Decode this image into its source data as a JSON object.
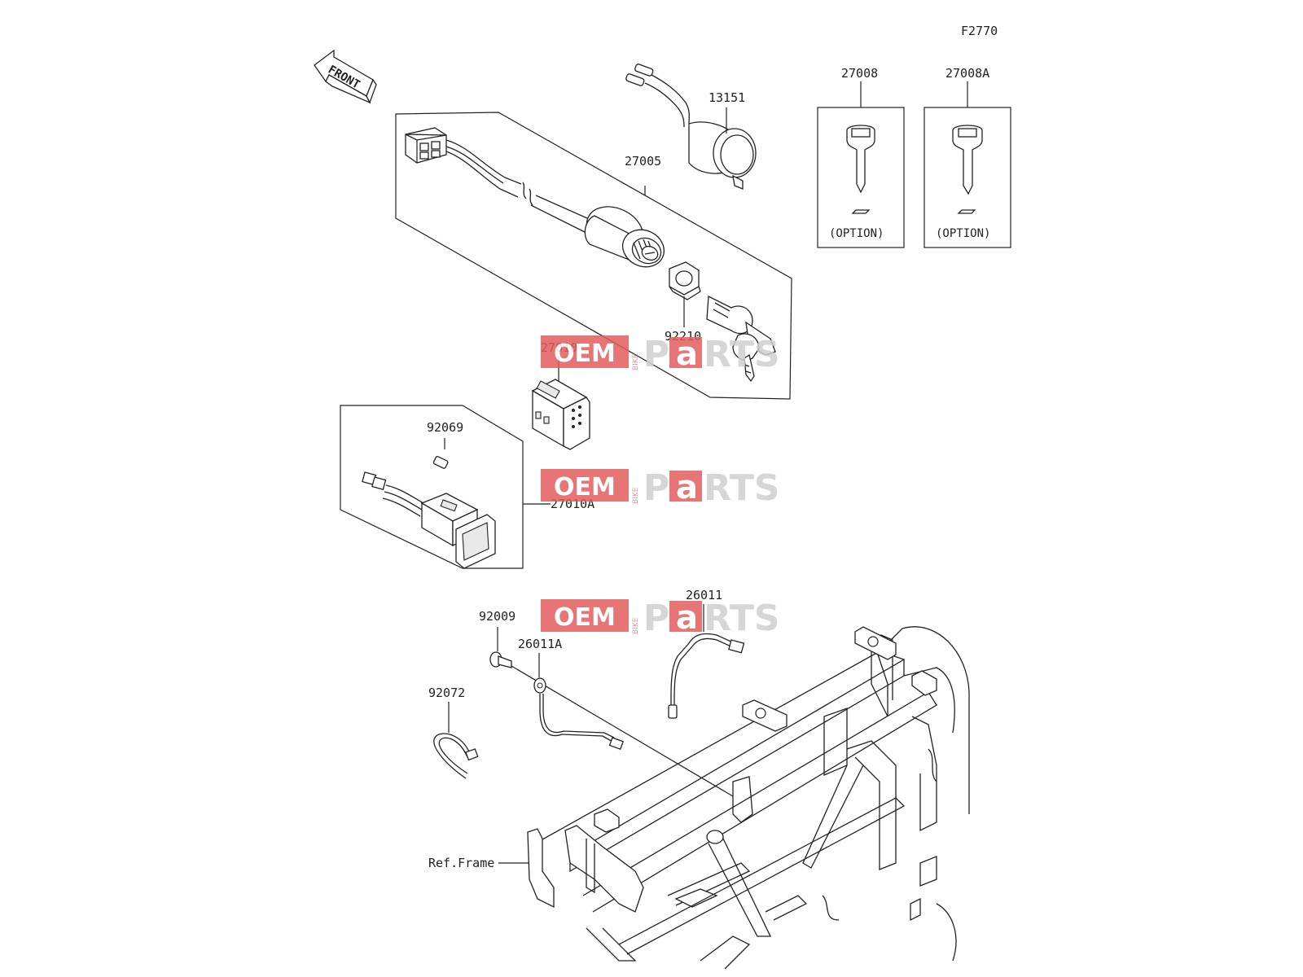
{
  "diagram": {
    "figure_code": "F2770",
    "front_label": "FRONT",
    "option_label": "(OPTION)",
    "ref_label": "Ref.Frame",
    "callouts": {
      "c13151": "13151",
      "c27005": "27005",
      "c92210": "92210",
      "c27010": "27010",
      "c27008": "27008",
      "c27008a": "27008A",
      "c92069": "92069",
      "c27010a": "27010A",
      "c92009": "92009",
      "c26011": "26011",
      "c26011a": "26011A",
      "c92072": "92072"
    }
  },
  "watermark": {
    "oem": "OEM",
    "bike": "BIKE",
    "p": "P",
    "a": "a",
    "rts": "RTS",
    "colors": {
      "red": "#e35d5d",
      "grey": "#cfcfcf"
    }
  }
}
